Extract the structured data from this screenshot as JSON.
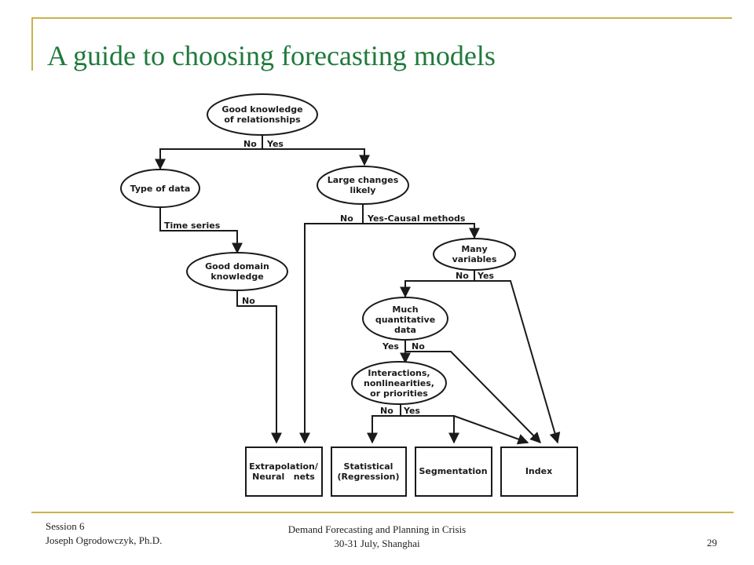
{
  "slide": {
    "title": "A guide to choosing forecasting models",
    "footer": {
      "session": "Session 6",
      "author": "Joseph Ogrodowczyk, Ph.D.",
      "event": "Demand Forecasting and Planning in Crisis",
      "dates": "30-31 July, Shanghai",
      "page": "29"
    },
    "accent_color": "#c9b24d",
    "title_color": "#1f7a3c"
  },
  "flowchart": {
    "nodes": {
      "n1": [
        "Good knowledge",
        "of relationships"
      ],
      "n2": [
        "Type of data"
      ],
      "n3": [
        "Large changes",
        "likely"
      ],
      "n4": [
        "Good domain",
        "knowledge"
      ],
      "n5": [
        "Many",
        "variables"
      ],
      "n6": [
        "Much",
        "quantitative",
        "data"
      ],
      "n7": [
        "Interactions,",
        "nonlinearities,",
        "or priorities"
      ]
    },
    "outcomes": {
      "o1": [
        "Extrapolation/",
        "Neural   nets"
      ],
      "o2": [
        "Statistical",
        "(Regression)"
      ],
      "o3": [
        "Segmentation"
      ],
      "o4": [
        "Index"
      ]
    },
    "edge_labels": {
      "n1_no": "No",
      "n1_yes": "Yes",
      "n2_ts": "Time series",
      "n4_no": "No",
      "n3_no": "No",
      "n3_yes": "Yes-Causal methods",
      "n5_no": "No",
      "n5_yes": "Yes",
      "n6_yes": "Yes",
      "n6_no": "No",
      "n7_no": "No",
      "n7_yes": "Yes"
    }
  }
}
